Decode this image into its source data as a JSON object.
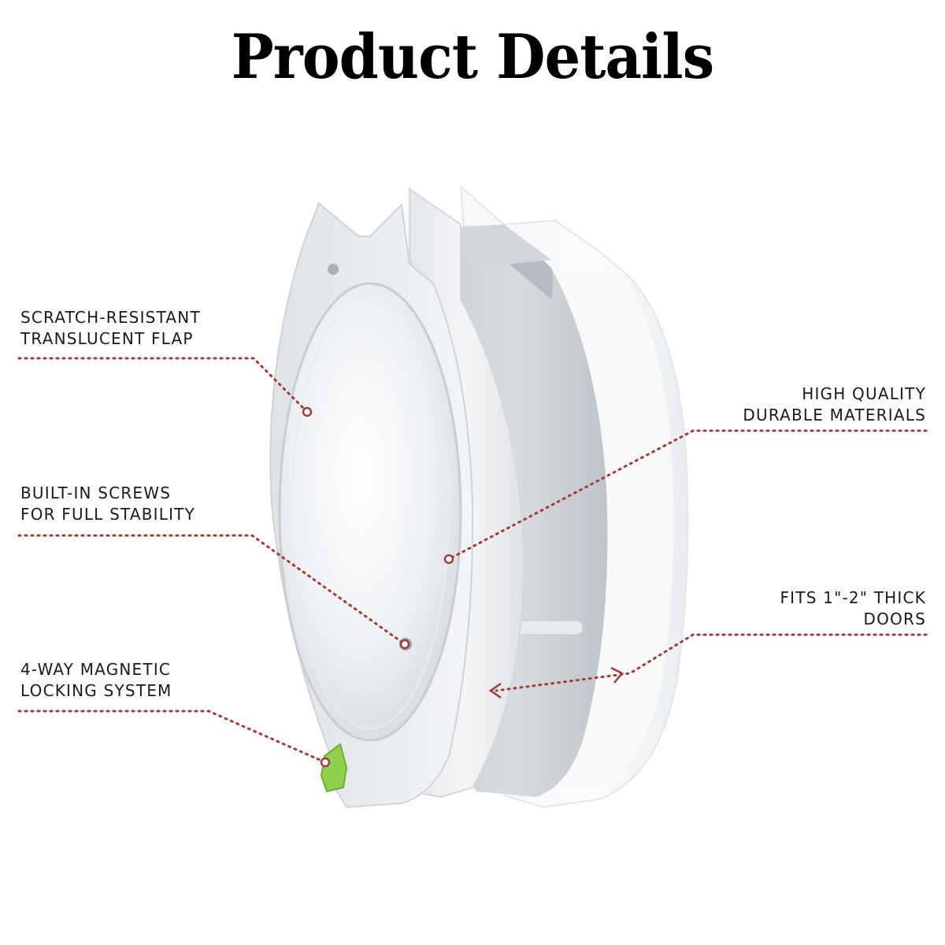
{
  "page": {
    "title": "Product Details"
  },
  "colors": {
    "callout_line": "#a33a3a",
    "title": "#000000",
    "label_text": "#1a1a1a",
    "product_body": "#e9ecef",
    "latch_accent": "#8fd14f"
  },
  "callouts": {
    "scratch_flap": {
      "line1": "SCRATCH-RESISTANT",
      "line2": "TRANSLUCENT FLAP"
    },
    "screws": {
      "line1": "BUILT-IN SCREWS",
      "line2": "FOR FULL STABILITY"
    },
    "locking": {
      "line1": "4-WAY MAGNETIC",
      "line2": "LOCKING SYSTEM"
    },
    "materials": {
      "line1": "HIGH QUALITY",
      "line2": "DURABLE MATERIALS"
    },
    "door_fit": {
      "line1": "FITS 1\"-2\" THICK",
      "line2": "DOORS"
    }
  }
}
